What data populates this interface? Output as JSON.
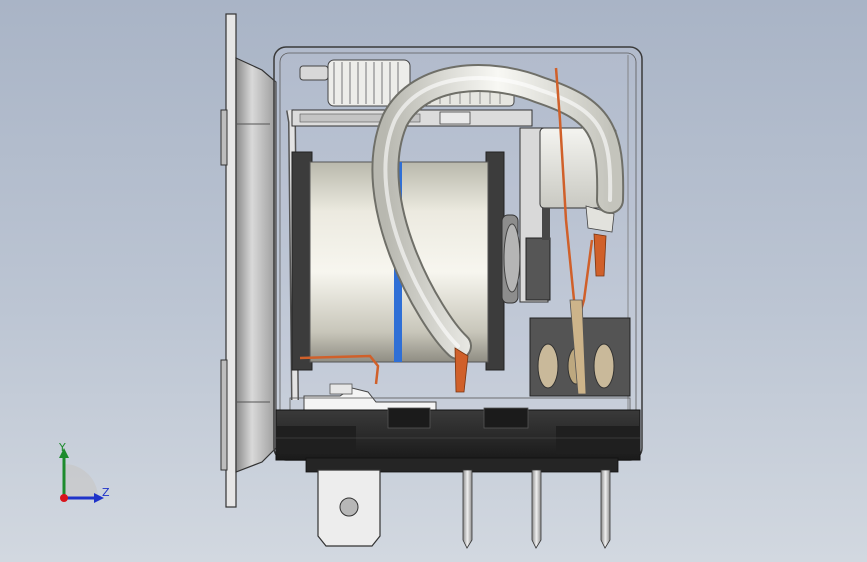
{
  "viewport": {
    "background_top": "#a9b4c6",
    "background_bottom": "#d2d8e0"
  },
  "triad": {
    "y_label": "Y",
    "z_label": "Z",
    "y_color": "#1d8b2d",
    "z_color": "#1f33c9",
    "x_color": "#d8141c"
  },
  "model": {
    "subject": "relay-assembly",
    "coil_stripe_color": "#2f6fd6",
    "wire_color": "#d0602a",
    "housing_color": "#2a2a2a"
  }
}
